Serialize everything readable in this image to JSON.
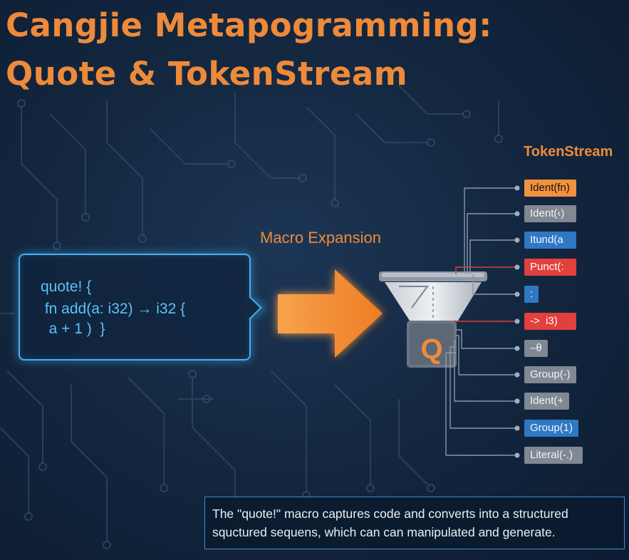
{
  "title": {
    "line1": "Cangjie Metapogramming:",
    "line2": "Quote & TokenStream"
  },
  "labels": {
    "macro_expansion": "Macro Expansion",
    "tokenstream": "TokenStream",
    "funnel_letter": "Q"
  },
  "code": [
    "quote! {",
    " fn add(a: i32) → i32 {",
    "  a + 1 )  }"
  ],
  "tokens": [
    {
      "label": "Ident(fn)",
      "kind": "orange"
    },
    {
      "label": "Ident(‹)",
      "kind": "gray"
    },
    {
      "label": "Itund(a",
      "kind": "blue"
    },
    {
      "label": "Punct(:",
      "kind": "red"
    },
    {
      "label": ":",
      "kind": "blue"
    },
    {
      "label": "->  i3)",
      "kind": "red"
    },
    {
      "label": "–θ",
      "kind": "gray"
    },
    {
      "label": "Group(-)",
      "kind": "gray"
    },
    {
      "label": "Ident(+",
      "kind": "gray"
    },
    {
      "label": "Group(1)",
      "kind": "blue"
    },
    {
      "label": "Literal(-.)",
      "kind": "gray"
    }
  ],
  "caption": {
    "line1": "The \"quote!\" macro captures code and converts into a structured",
    "line2": "squctured sequens, which can can manipulated and generate."
  },
  "colors": {
    "accent_orange": "#ee8a3a",
    "code_blue": "#43b3f4",
    "token_orange": "#f0923e",
    "token_gray": "#7f8893",
    "token_blue": "#2f78c4",
    "token_red": "#e2403d",
    "background": "#142841"
  }
}
